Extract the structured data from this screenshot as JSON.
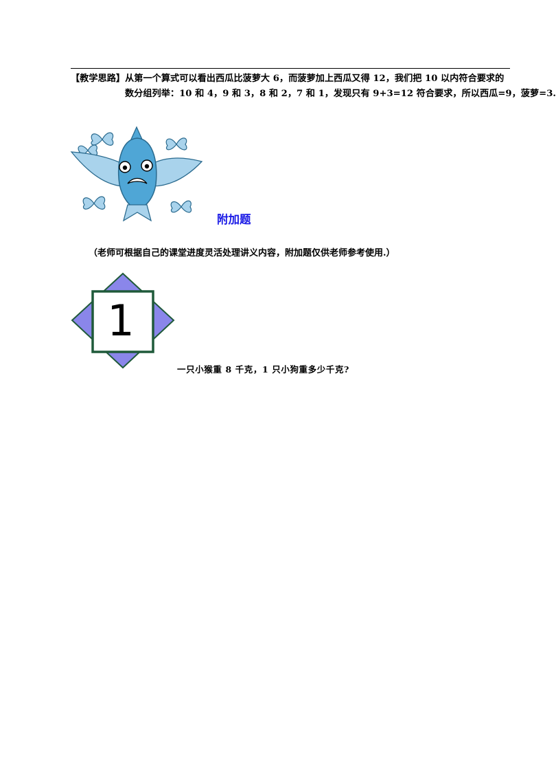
{
  "explanation": {
    "label": "【教学思路】",
    "line1_text": "从第一个算式可以看出西瓜比菠萝大 6，而菠萝加上西瓜又得 12，我们把 10 以内符合要求的",
    "line2_text": "数分组列举：10 和 4，9 和 3，8 和 2，7 和 1，发现只有 9+3=12 符合要求，所以西瓜=9，菠萝=3."
  },
  "extra_section": {
    "title": "附加题",
    "title_color": "#1a1ae6",
    "note": "（老师可根据自己的课堂进度灵活处理讲义内容，附加题仅供老师参考使用.）"
  },
  "question": {
    "number": "1",
    "text": "一只小猴重 8 千克，1 只小狗重多少千克?"
  },
  "colors": {
    "fish_blue": "#4fa6d6",
    "fish_light": "#a9d3ec",
    "badge_purple": "#8a86ea",
    "badge_border": "#1f5a3a"
  }
}
